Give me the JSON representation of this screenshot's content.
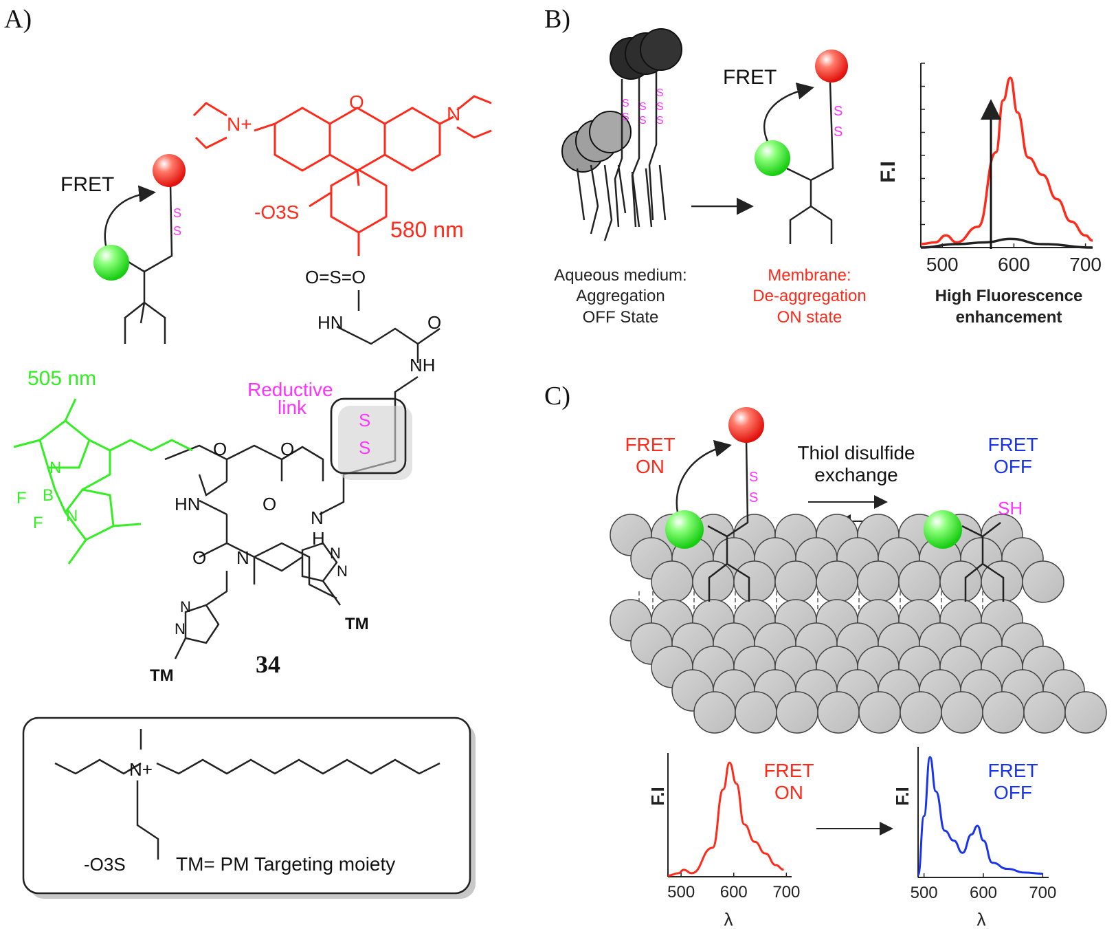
{
  "panels": {
    "A": {
      "label": "A)",
      "fret": "FRET",
      "nm_green": "505 nm",
      "nm_red": "580 nm",
      "reductive_1": "Reductive",
      "reductive_2": "link",
      "compound": "34",
      "tm_1": "TM",
      "tm_2": "TM",
      "box_text": "TM= PM Targeting moiety",
      "atoms": {
        "nplus": "N+",
        "n_right": "N",
        "o_ring": "O",
        "so3_main": "-O3S",
        "sulfonyl": "O=S=O",
        "hn1": "HN",
        "o_amide1": "O",
        "nh1": "NH",
        "o_amide2": "O",
        "hn2": "HN",
        "o_carb1": "O",
        "o_carb2": "O",
        "nh2": "N",
        "h2": "H",
        "o_amide3": "O",
        "n_central": "N",
        "ss_1": "S",
        "ss_2": "S",
        "bodipy_n1": "N",
        "bodipy_n2": "N",
        "bodipy_b": "B",
        "bodipy_f1": "F",
        "bodipy_f2": "F",
        "triazole_n": "N",
        "box_nplus": "N+",
        "box_so3": "-O3S"
      }
    },
    "B": {
      "label": "B)",
      "fret": "FRET",
      "cap_left": [
        "Aqueous medium:",
        "Aggregation",
        "OFF State"
      ],
      "cap_mid": [
        "Membrane:",
        "De-aggregation",
        "ON state"
      ],
      "cap_right": [
        "High Fluorescence",
        "enhancement"
      ],
      "chart_ylabel": "F.I"
    },
    "C": {
      "label": "C)",
      "fret_on": [
        "FRET",
        "ON"
      ],
      "exchange": [
        "Thiol disulfide",
        "exchange"
      ],
      "fret_off": [
        "FRET",
        "OFF"
      ],
      "sh": "SH",
      "chart_left_ylabel": "F.I",
      "chart_left_xlabel": "λ",
      "chart_left_label": [
        "FRET",
        "ON"
      ],
      "chart_right_ylabel": "F.I",
      "chart_right_xlabel": "λ",
      "chart_right_label": [
        "FRET",
        "OFF"
      ]
    }
  },
  "colors": {
    "red": "#ff2a1a",
    "green": "#33ee22",
    "magenta": "#ff33ff",
    "blue": "#1a33ee",
    "gray": "#c8c8c8",
    "dark": "#333333"
  },
  "chart_data": [
    {
      "type": "line",
      "title": "",
      "xlabel": "",
      "ylabel": "F.I",
      "xlim": [
        470,
        710
      ],
      "x_ticks": [
        "500",
        "600",
        "700"
      ],
      "series": [
        {
          "color": "#ff2a1a",
          "x": [
            470,
            490,
            505,
            520,
            550,
            575,
            585,
            595,
            605,
            620,
            640,
            660,
            680,
            700,
            710
          ],
          "y": [
            0.02,
            0.03,
            0.07,
            0.03,
            0.12,
            0.55,
            0.85,
            0.98,
            0.78,
            0.52,
            0.42,
            0.28,
            0.15,
            0.07,
            0.04
          ]
        },
        {
          "color": "#222222",
          "x": [
            470,
            520,
            560,
            595,
            640,
            710
          ],
          "y": [
            0.0,
            0.02,
            0.03,
            0.05,
            0.02,
            0.0
          ]
        }
      ]
    },
    {
      "type": "line",
      "title": "",
      "xlabel": "λ",
      "ylabel": "F.I",
      "xlim": [
        475,
        710
      ],
      "x_ticks": [
        "500",
        "600",
        "700"
      ],
      "series": [
        {
          "color": "#ff2a1a",
          "x": [
            475,
            495,
            505,
            520,
            560,
            580,
            592,
            605,
            620,
            640,
            660,
            680,
            695
          ],
          "y": [
            0.01,
            0.03,
            0.06,
            0.03,
            0.25,
            0.75,
            0.98,
            0.8,
            0.45,
            0.3,
            0.2,
            0.1,
            0.06
          ]
        }
      ]
    },
    {
      "type": "line",
      "title": "",
      "xlabel": "λ",
      "ylabel": "F.I",
      "xlim": [
        490,
        710
      ],
      "x_ticks": [
        "500",
        "600",
        "700"
      ],
      "series": [
        {
          "color": "#1a33ee",
          "x": [
            490,
            500,
            510,
            520,
            535,
            550,
            565,
            580,
            590,
            600,
            615,
            640,
            670,
            700
          ],
          "y": [
            0.02,
            0.5,
            0.98,
            0.7,
            0.38,
            0.3,
            0.2,
            0.35,
            0.42,
            0.3,
            0.12,
            0.07,
            0.04,
            0.03
          ]
        }
      ]
    }
  ]
}
